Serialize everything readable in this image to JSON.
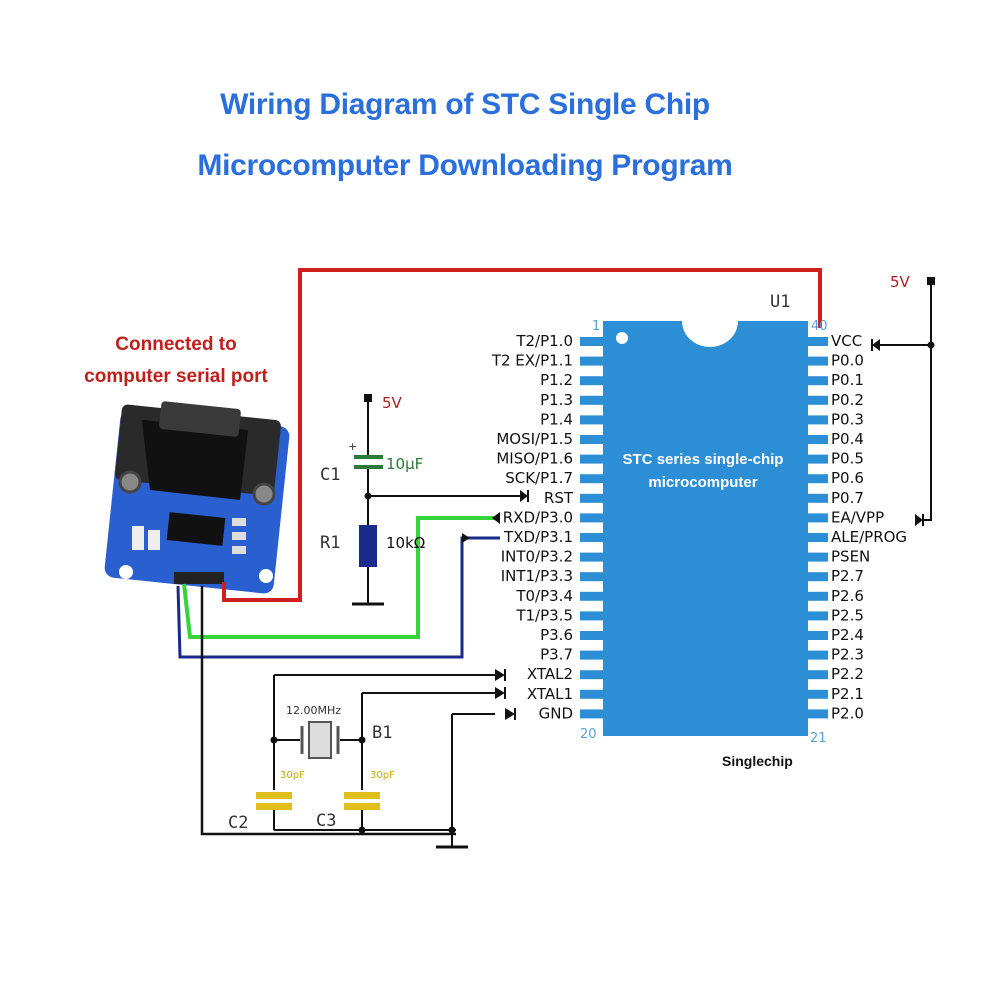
{
  "title": {
    "line1": "Wiring Diagram of STC Single Chip",
    "line2": "Microcomputer Downloading Program"
  },
  "serial_label": {
    "line1": "Connected to",
    "line2": "computer serial port"
  },
  "chip": {
    "ref": "U1",
    "name_line1": "STC series single-chip",
    "name_line2": "microcomputer",
    "caption": "Singlechip",
    "pin_first": "1",
    "pin_40": "40",
    "pin_20": "20",
    "pin_21": "21",
    "left_pins": [
      "T2/P1.0",
      "T2 EX/P1.1",
      "P1.2",
      "P1.3",
      "P1.4",
      "MOSI/P1.5",
      "MISO/P1.6",
      "SCK/P1.7",
      "RST",
      "RXD/P3.0",
      "TXD/P3.1",
      "INT0/P3.2",
      "INT1/P3.3",
      "T0/P3.4",
      "T1/P3.5",
      "P3.6",
      "P3.7",
      "XTAL2",
      "XTAL1",
      "GND"
    ],
    "right_pins": [
      "VCC",
      "P0.0",
      "P0.1",
      "P0.2",
      "P0.3",
      "P0.4",
      "P0.5",
      "P0.6",
      "P0.7",
      "EA/VPP",
      "ALE/PROG",
      "PSEN",
      "P2.7",
      "P2.6",
      "P2.5",
      "P2.4",
      "P2.3",
      "P2.2",
      "P2.1",
      "P2.0"
    ]
  },
  "components": {
    "power_right": "5V",
    "power_c1": "5V",
    "c1_ref": "C1",
    "c1_value": "10μF",
    "r1_ref": "R1",
    "r1_value": "10kΩ",
    "crystal_value": "12.00MHz",
    "crystal_ref": "B1",
    "c2_ref": "C2",
    "c3_ref": "C3",
    "c2_value": "30pF",
    "c3_value": "30pF"
  },
  "colors": {
    "title": "#2a6fdb",
    "chip": "#2c8fd6",
    "wire_red": "#d01f1f",
    "wire_green": "#36d43a",
    "wire_blue": "#1a2a8a",
    "module_board": "#2a5fcf"
  }
}
